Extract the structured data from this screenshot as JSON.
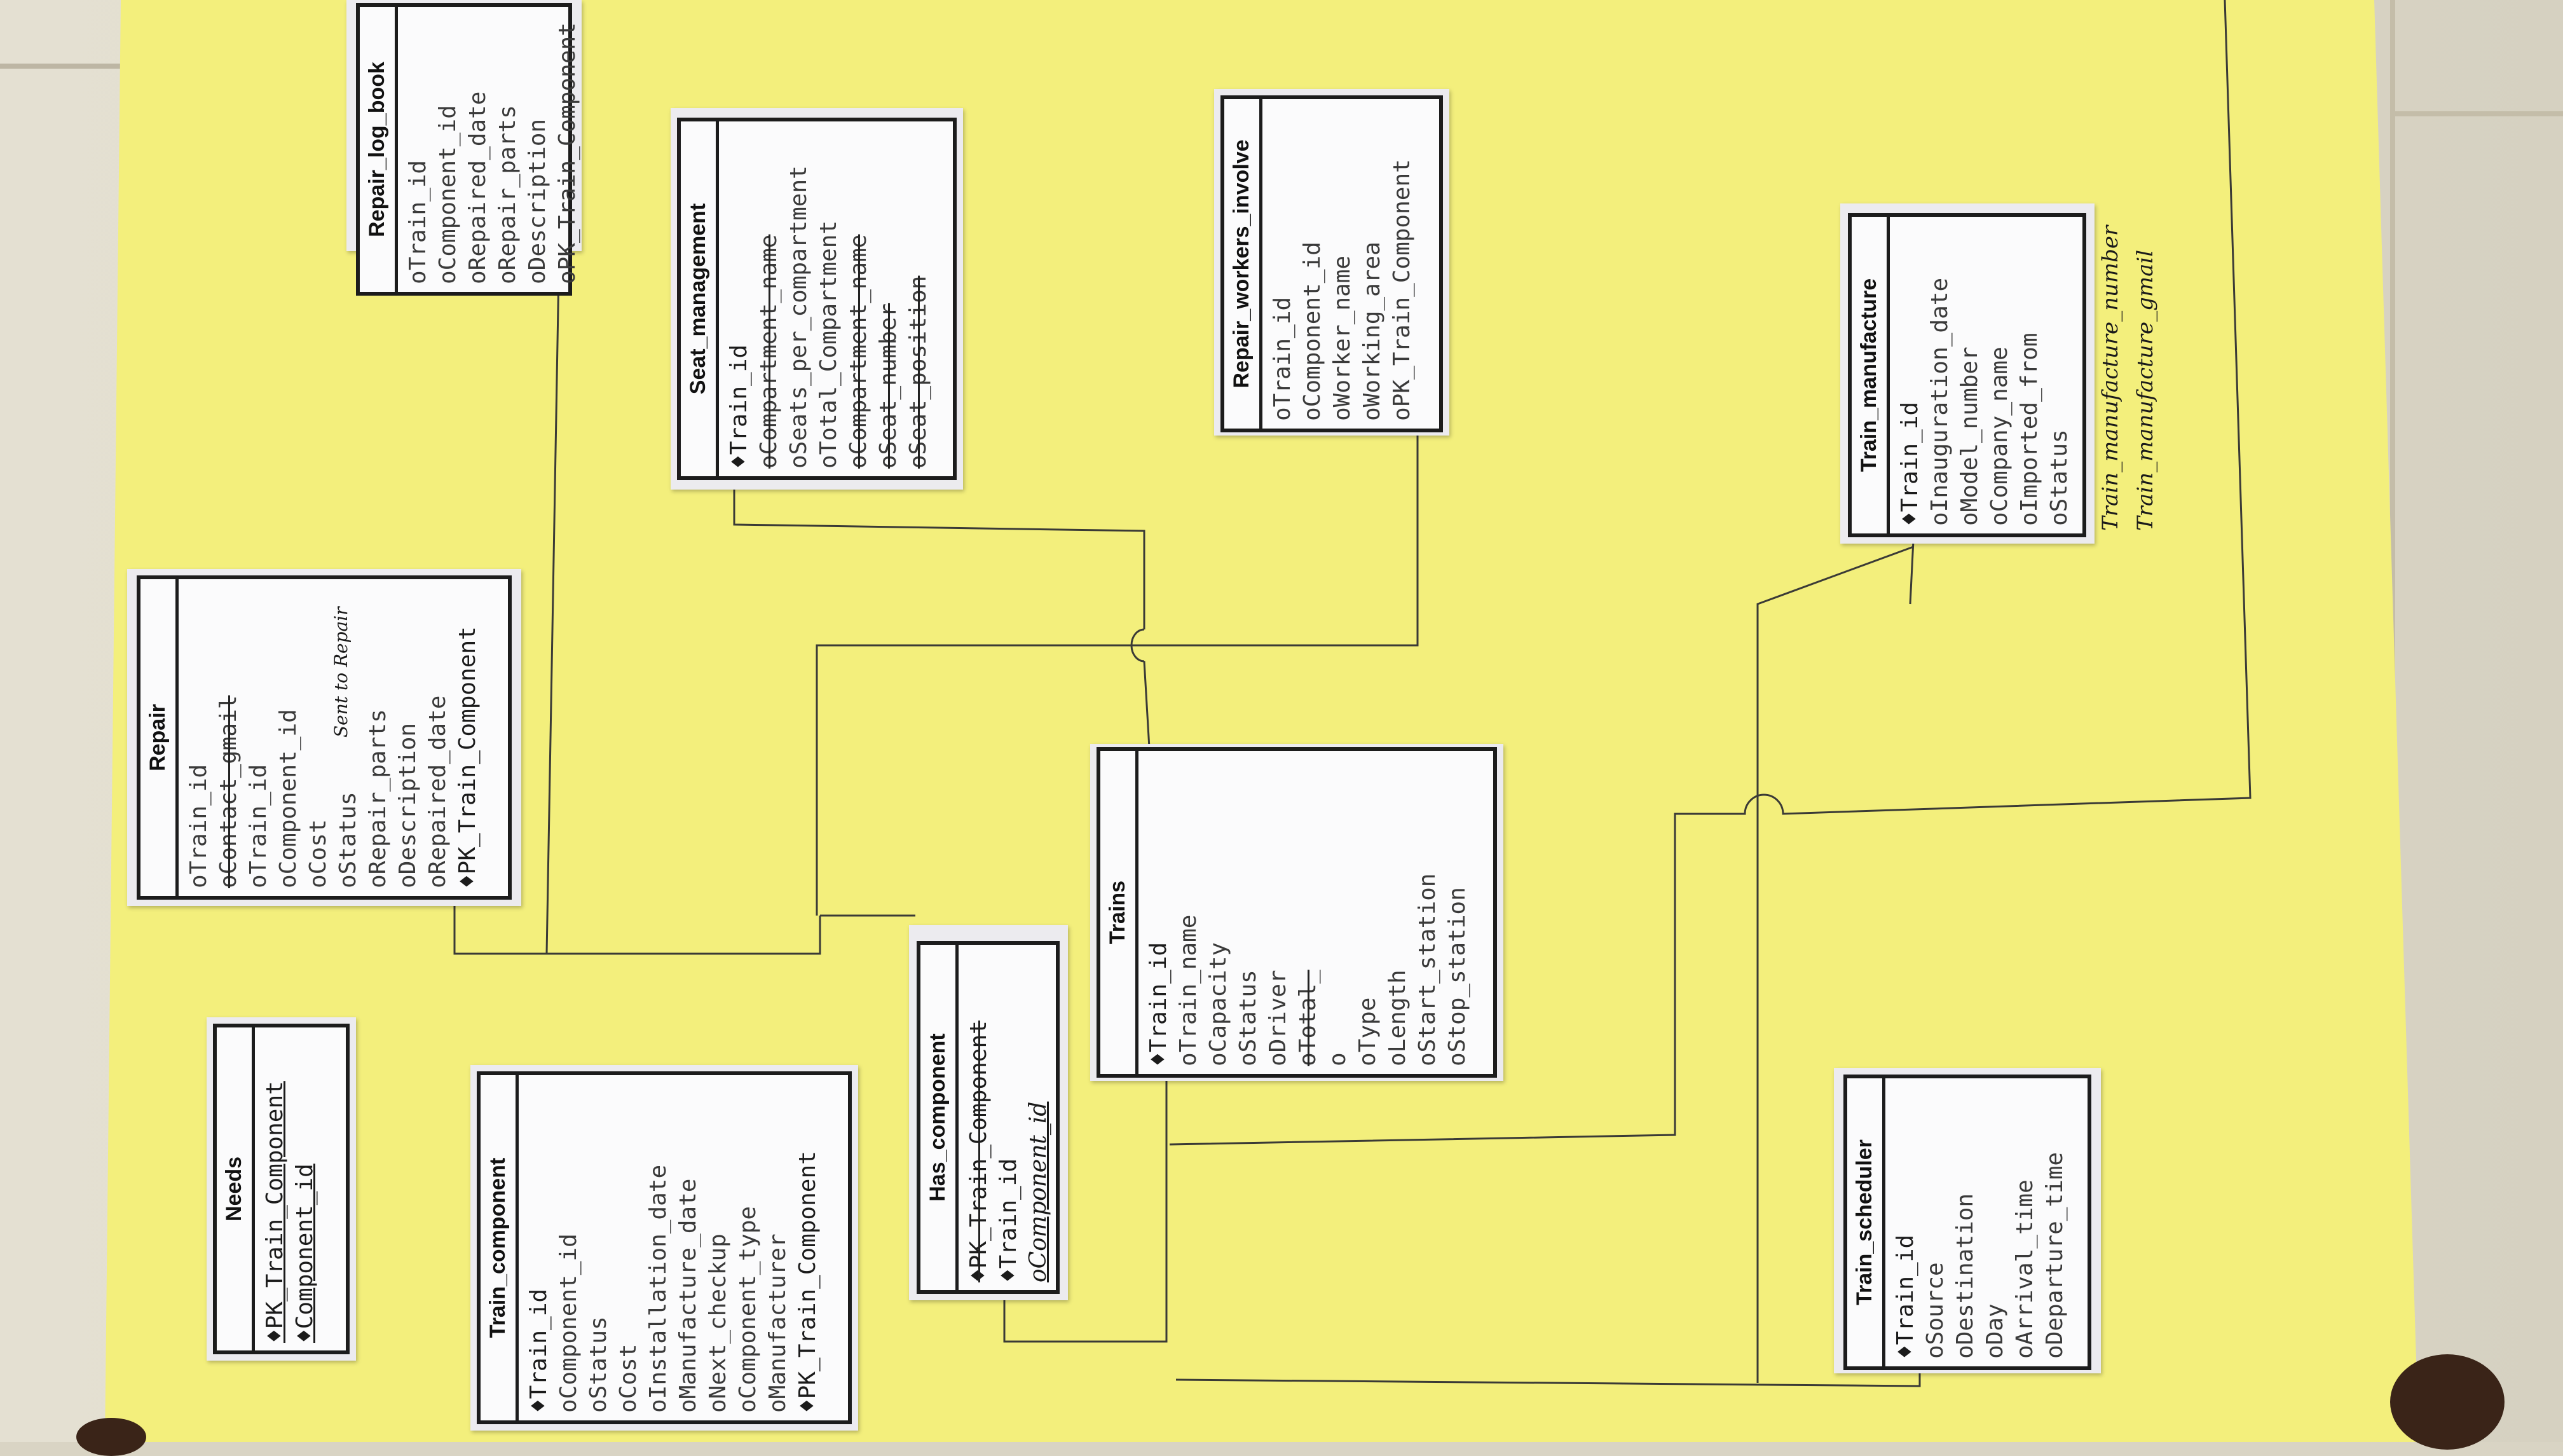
{
  "entities": {
    "repair_log_book": {
      "title": "Repair_log_book",
      "attrs": [
        "Train_id",
        "Component_id",
        "Repaired_date",
        "Repair_parts",
        "Description",
        "PK_Train_Component"
      ]
    },
    "seat_management": {
      "title": "Seat_management",
      "attrs": [
        "Train_id",
        "Compartment_name",
        "Seats_per_compartment",
        "Total_Compartment",
        "Compartment_name",
        "Seat_number",
        "Seat_position"
      ]
    },
    "repair_workers_involve": {
      "title": "Repair_workers_involve",
      "attrs": [
        "Train_id",
        "Component_id",
        "Worker_name",
        "Working_area",
        "PK_Train_Component"
      ]
    },
    "train_manufacture": {
      "title": "Train_manufacture",
      "attrs": [
        "Train_id",
        "Inauguration_date",
        "Model_number",
        "Company_name",
        "Imported_from",
        "Status"
      ]
    },
    "repair": {
      "title": "Repair",
      "attrs": [
        "Train_id",
        "Contact_gmail",
        "Train_id",
        "Component_id",
        "Cost",
        "Status",
        "Repair_parts",
        "Description",
        "Repaired_date",
        "PK_Train_Component"
      ],
      "annotation": "Sent to Repair"
    },
    "trains": {
      "title": "Trains",
      "attrs": [
        "Train_id",
        "Train_name",
        "Capacity",
        "Status",
        "Driver",
        "Total_",
        "Type",
        "Length",
        "Start_station",
        "Stop_station"
      ]
    },
    "needs": {
      "title": "Needs",
      "attrs": [
        "PK_Train_Component",
        "Component_id"
      ]
    },
    "train_component": {
      "title": "Train_component",
      "attrs": [
        "Train_id",
        "Component_id",
        "Status",
        "Cost",
        "Installation_date",
        "Manufacture_date",
        "Next_checkup",
        "Component_type",
        "Manufacturer",
        "PK_Train_Component"
      ]
    },
    "has_component": {
      "title": "Has_component",
      "attrs": [
        "PK_Train_Component",
        "Train_id",
        "Component_id"
      ]
    },
    "train_scheduler": {
      "title": "Train_scheduler",
      "attrs": [
        "Train_id",
        "Source",
        "Destination",
        "Day",
        "Arrival_time",
        "Departure_time"
      ]
    }
  },
  "notes": [
    "Train_manufacture_number",
    "Train_manufacture_gmail"
  ],
  "colors": {
    "paper": "#f3ef7c",
    "line": "#3a3a36",
    "card": "#fbfbfc"
  }
}
